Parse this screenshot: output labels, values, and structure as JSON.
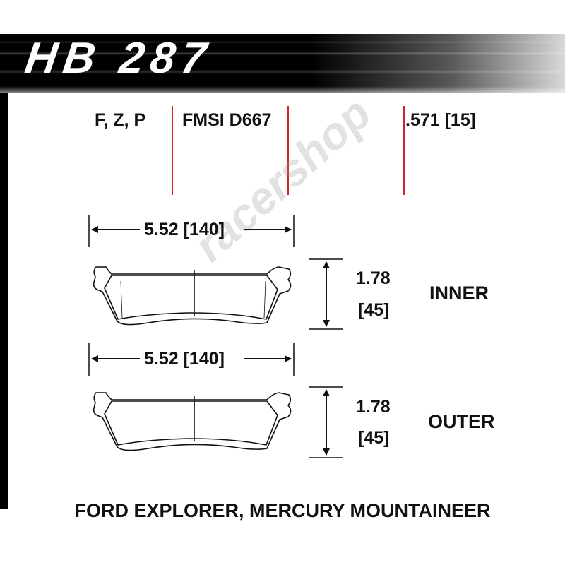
{
  "header": {
    "part_number": "HB 287"
  },
  "specs": {
    "compounds": "F, Z, P",
    "fmsi": "FMSI D667",
    "thickness": ".571 [15]"
  },
  "inner_pad": {
    "label": "INNER",
    "width_dim": "5.52 [140]",
    "height_dim_in": "1.78",
    "height_dim_mm": "[45]"
  },
  "outer_pad": {
    "label": "OUTER",
    "width_dim": "5.52 [140]",
    "height_dim_in": "1.78",
    "height_dim_mm": "[45]"
  },
  "fitment": "FORD EXPLORER, MERCURY MOUNTAINEER",
  "watermark": "racershop",
  "colors": {
    "accent_rule": "#d2232a",
    "header": "#000000"
  }
}
